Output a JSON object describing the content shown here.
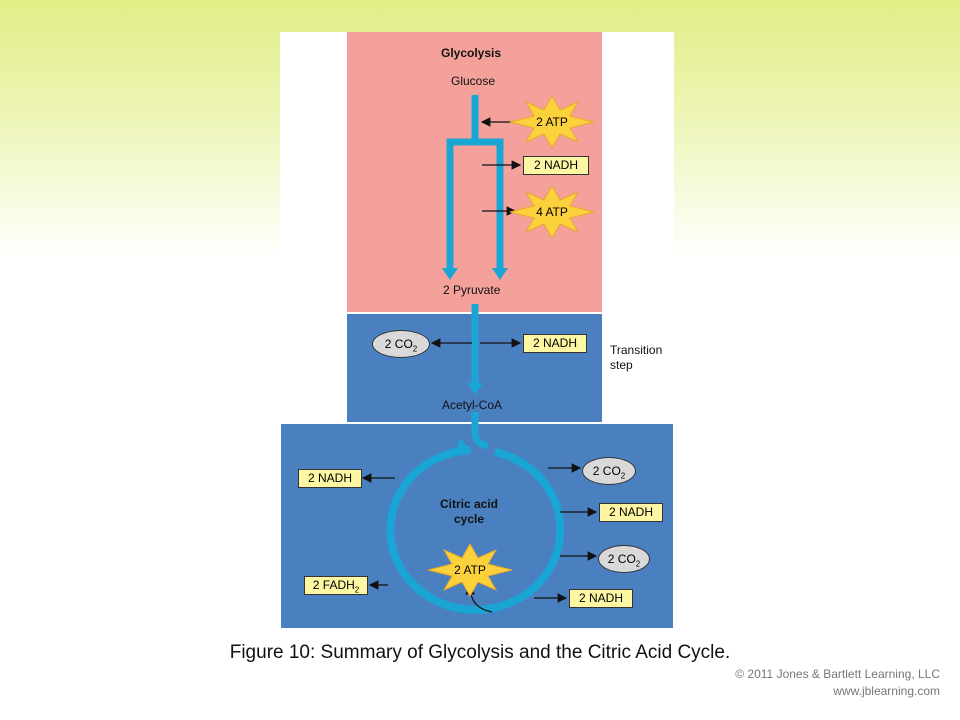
{
  "glycolysis": {
    "title": "Glycolysis",
    "start": "Glucose",
    "end": "2 Pyruvate",
    "inputs": [
      {
        "label": "2 ATP",
        "kind": "atp-star"
      }
    ],
    "outputs": [
      {
        "label": "2 NADH",
        "kind": "nadh-box"
      },
      {
        "label": "4 ATP",
        "kind": "atp-star"
      }
    ]
  },
  "transition": {
    "label_line1": "Transition",
    "label_line2": "step",
    "co2": {
      "main": "2 CO",
      "sub": "2"
    },
    "nadh": "2 NADH",
    "product": "Acetyl-CoA"
  },
  "cycle": {
    "title_line1": "Citric acid",
    "title_line2": "cycle",
    "left_nadh": "2 NADH",
    "left_fadh2": {
      "main": "2 FADH",
      "sub": "2"
    },
    "atp": "2 ATP",
    "right_outputs": {
      "co2_a": {
        "main": "2 CO",
        "sub": "2"
      },
      "nadh_a": "2 NADH",
      "co2_b": {
        "main": "2 CO",
        "sub": "2"
      },
      "nadh_b": "2 NADH"
    }
  },
  "caption": "Figure 10: Summary of Glycolysis and the Citric Acid Cycle.",
  "copyright": {
    "line1": "© 2011 Jones & Bartlett Learning, LLC",
    "line2": "www.jblearning.com"
  },
  "colors": {
    "glycolysis_panel": "#f4a19b",
    "transition_panel": "#4a7fc0",
    "cycle_panel": "#4a7fc0",
    "pathway_arrow": "#1aa6d4",
    "atp_star": "#fcd23c",
    "nadh_box": "#fdf6a3",
    "co2_oval": "#d9d9d9"
  }
}
